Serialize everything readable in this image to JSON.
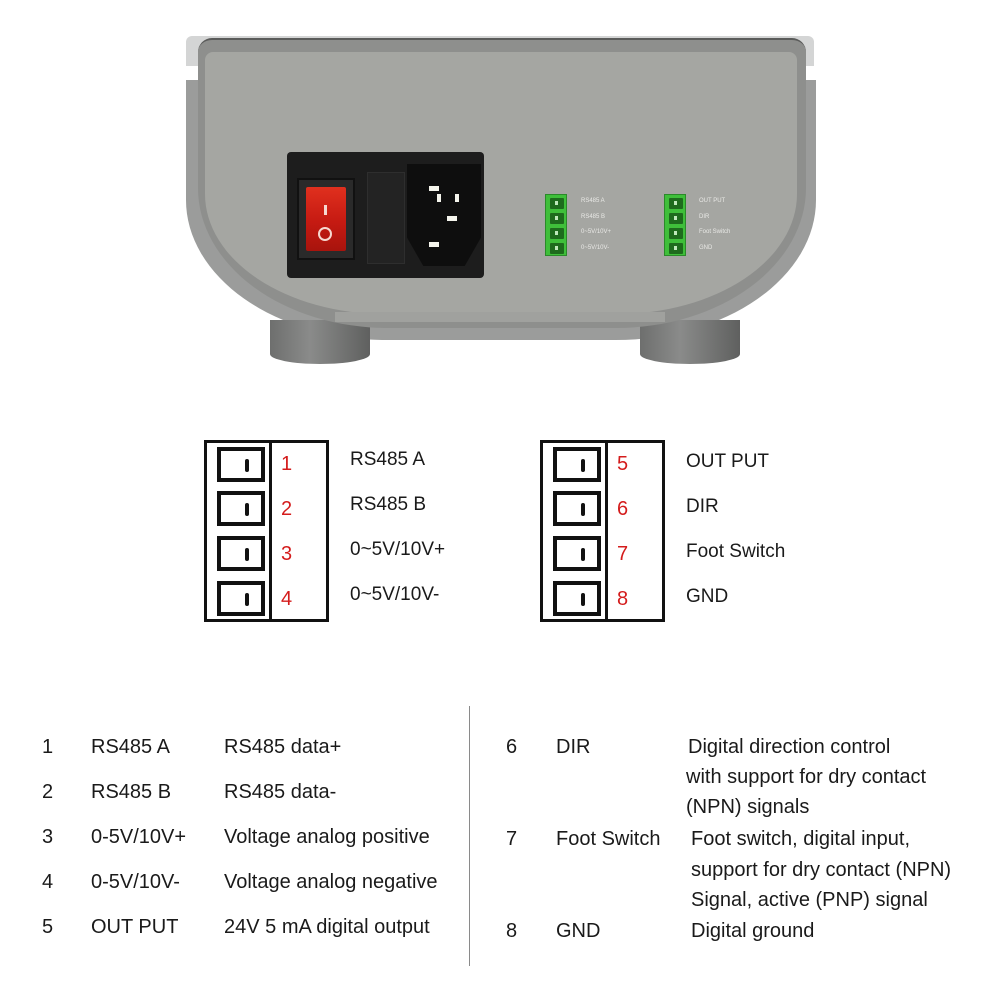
{
  "device": {
    "power_switch": {
      "on_symbol": "I",
      "off_symbol": "O",
      "color": "#d4261a"
    },
    "terminal_block_left": {
      "labels": [
        "RS485 A",
        "RS485 B",
        "0~5V/10V+",
        "0~5V/10V-"
      ],
      "color": "#3fbf3a"
    },
    "terminal_block_right": {
      "labels": [
        "OUT PUT",
        "DIR",
        "Foot Switch",
        "GND"
      ],
      "color": "#3fbf3a"
    }
  },
  "diagram": {
    "left_connector": {
      "pins": [
        {
          "number": "1",
          "label": "RS485  A"
        },
        {
          "number": "2",
          "label": "RS485  B"
        },
        {
          "number": "3",
          "label": "0~5V/10V+"
        },
        {
          "number": "4",
          "label": "0~5V/10V-"
        }
      ]
    },
    "right_connector": {
      "pins": [
        {
          "number": "5",
          "label": "OUT PUT"
        },
        {
          "number": "6",
          "label": "DIR"
        },
        {
          "number": "7",
          "label": "Foot Switch"
        },
        {
          "number": "8",
          "label": "GND"
        }
      ]
    },
    "pin_number_color": "#d41c1c"
  },
  "spec_table": {
    "left": [
      {
        "number": "1",
        "name": "RS485 A",
        "description": "RS485 data+"
      },
      {
        "number": "2",
        "name": "RS485 B",
        "description": "RS485 data-"
      },
      {
        "number": "3",
        "name": "0-5V/10V+",
        "description": "Voltage analog positive"
      },
      {
        "number": "4",
        "name": "0-5V/10V-",
        "description": "Voltage analog negative"
      },
      {
        "number": "5",
        "name": "OUT PUT",
        "description": "24V 5 mA digital output"
      }
    ],
    "right": [
      {
        "number": "6",
        "name": "DIR",
        "description_lines": [
          "Digital direction control",
          "with support for dry contact",
          "(NPN) signals"
        ]
      },
      {
        "number": "7",
        "name": "Foot Switch",
        "description_lines": [
          "Foot switch, digital input,",
          "support for dry contact (NPN)",
          "Signal, active (PNP) signal"
        ]
      },
      {
        "number": "8",
        "name": "GND",
        "description_lines": [
          "Digital ground"
        ]
      }
    ]
  }
}
